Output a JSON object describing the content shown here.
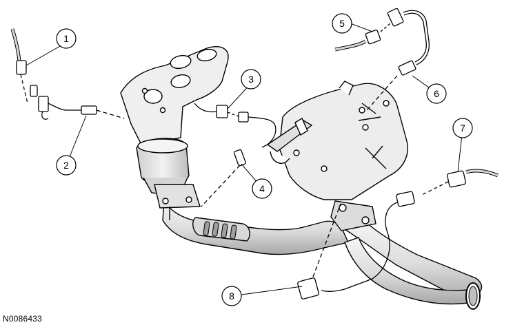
{
  "figure": {
    "id_label": "N0086433"
  },
  "callouts": [
    {
      "number": "1"
    },
    {
      "number": "2"
    },
    {
      "number": "3"
    },
    {
      "number": "4"
    },
    {
      "number": "5"
    },
    {
      "number": "6"
    },
    {
      "number": "7"
    },
    {
      "number": "8"
    }
  ],
  "colors": {
    "line": "#000000",
    "fill_light": "#ffffff",
    "shade": "#e6e6e6",
    "shade_dark": "#bdbdbd"
  }
}
